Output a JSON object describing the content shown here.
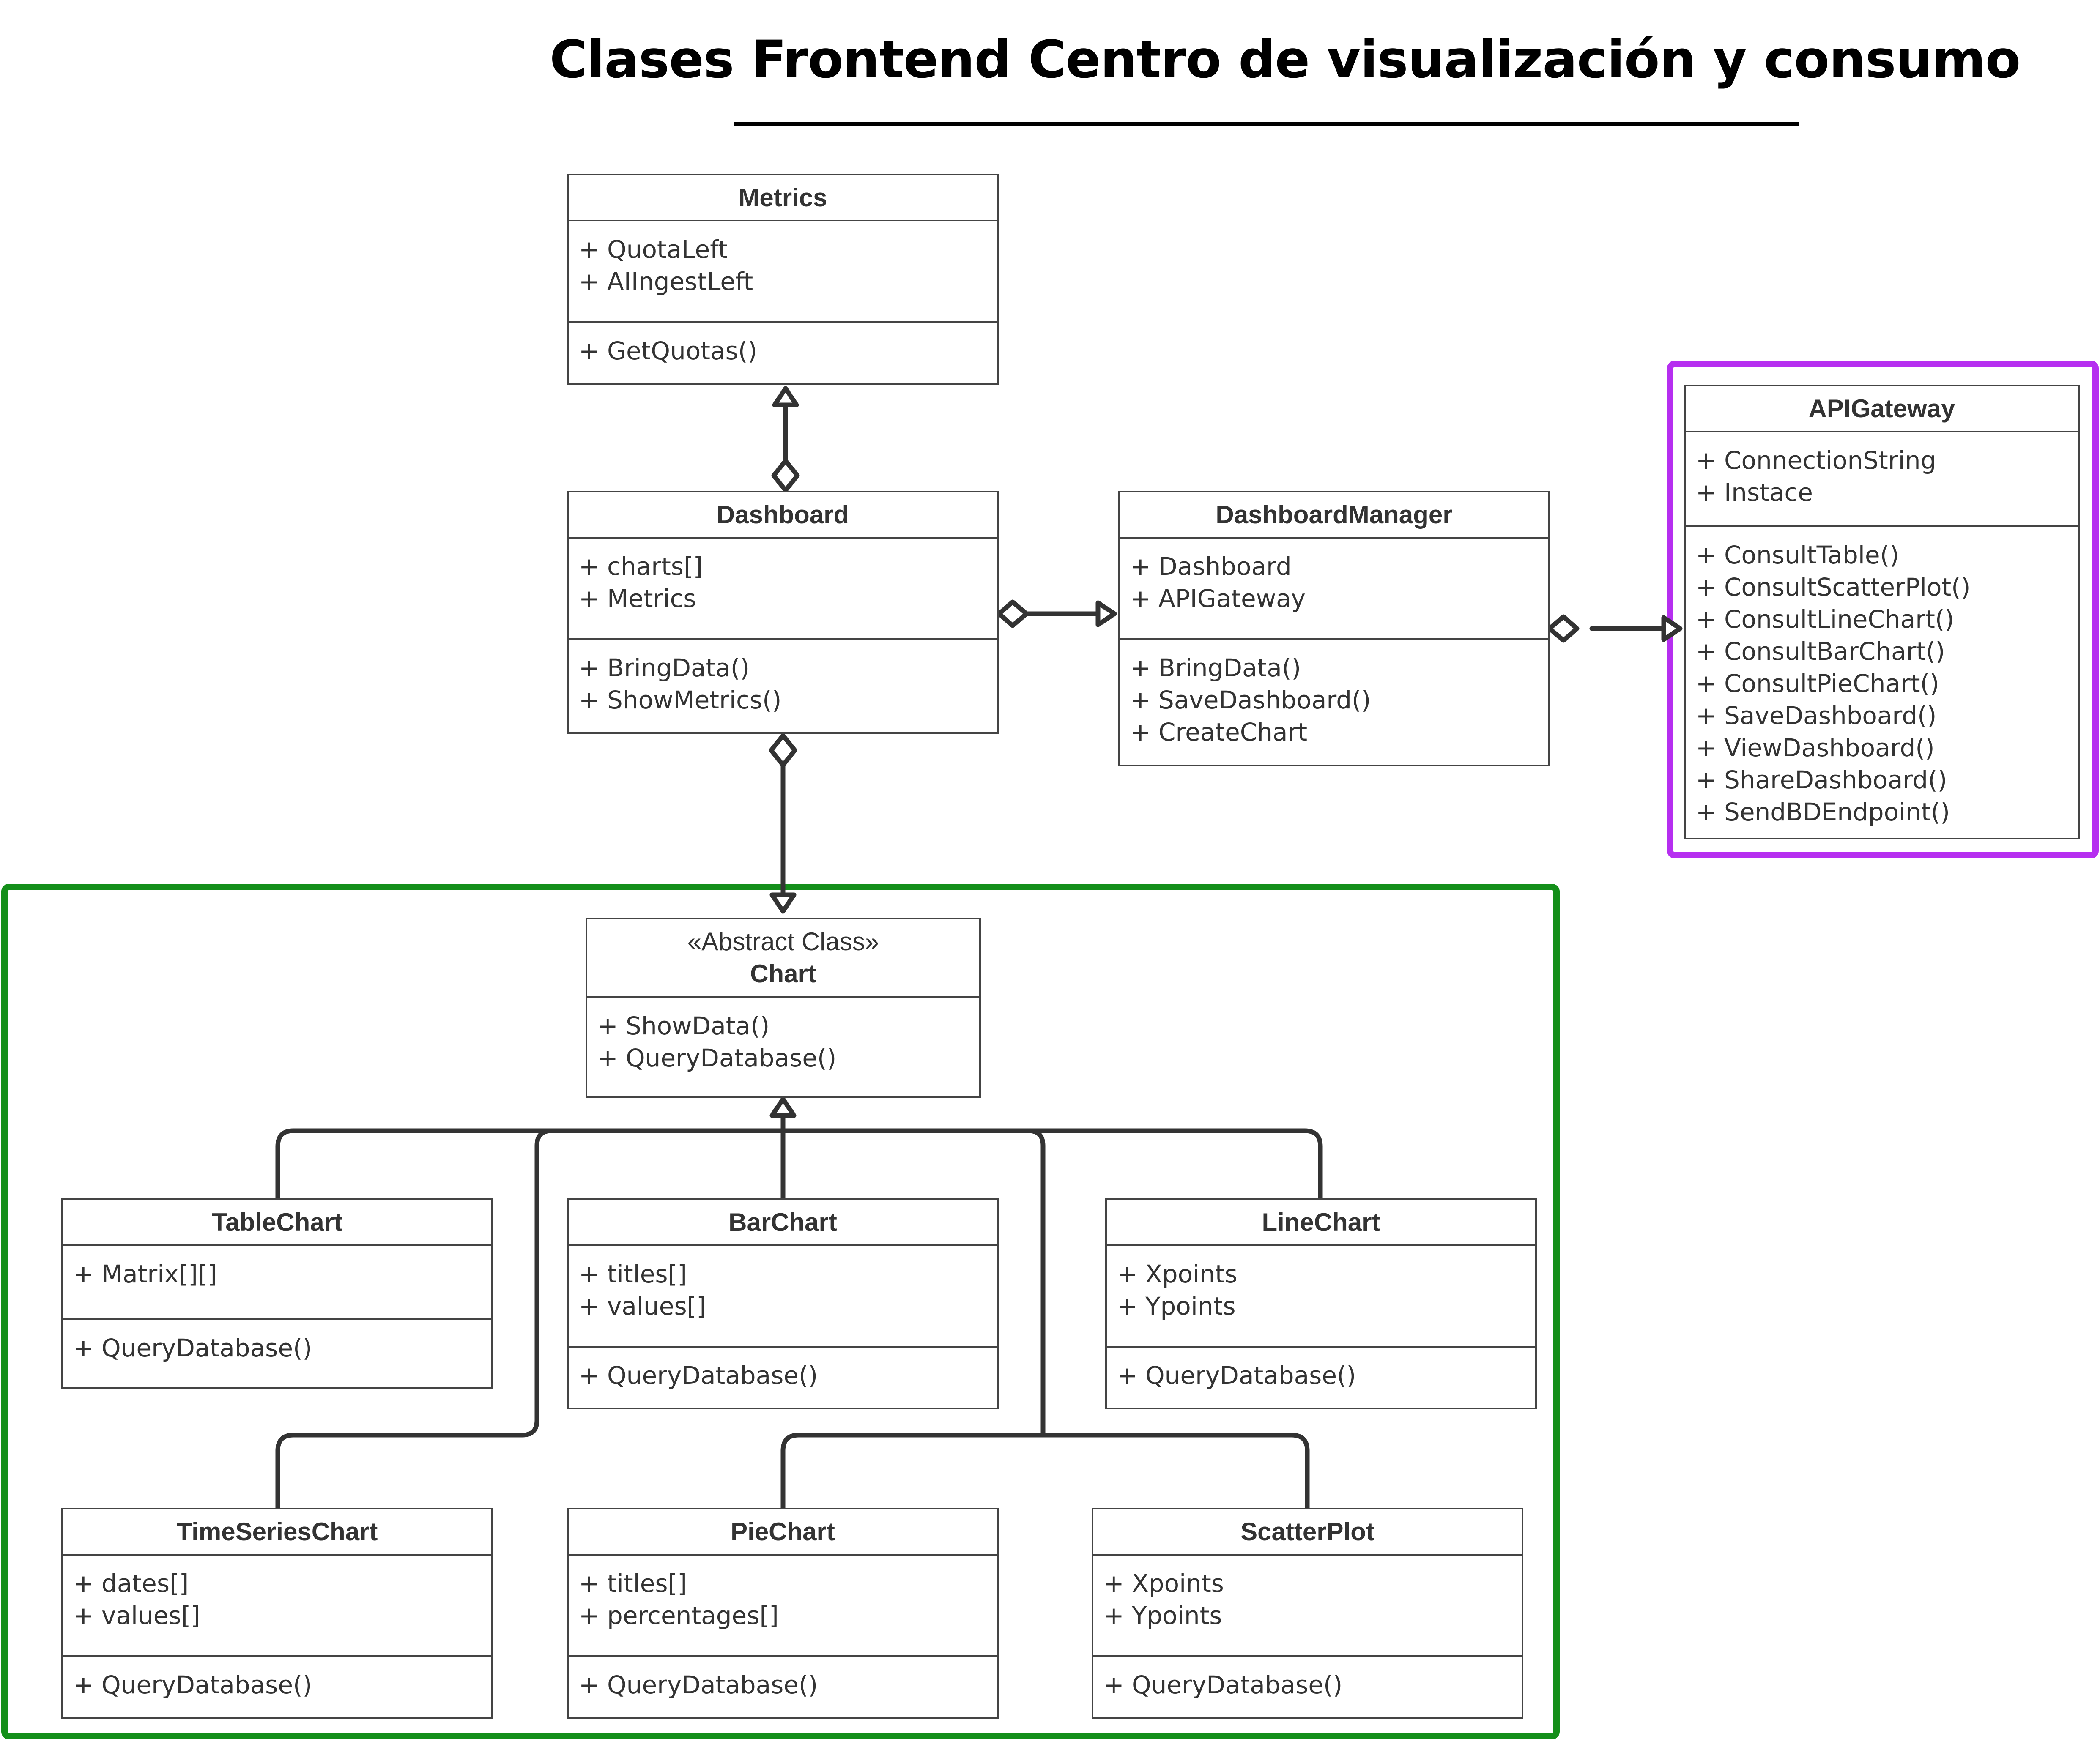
{
  "title": "Clases Frontend Centro de visualización y consumo",
  "colors": {
    "line": "#333333",
    "box_border": "#444444",
    "green_frame": "#148f1a",
    "purple_frame": "#b62ff0"
  },
  "classes": {
    "metrics": {
      "name": "Metrics",
      "attributes": [
        "+ QuotaLeft",
        "+ AIIngestLeft"
      ],
      "methods": [
        "+ GetQuotas()"
      ]
    },
    "dashboard": {
      "name": "Dashboard",
      "attributes": [
        "+ charts[]",
        "+ Metrics"
      ],
      "methods": [
        "+ BringData()",
        "+ ShowMetrics()"
      ]
    },
    "dashboard_manager": {
      "name": "DashboardManager",
      "attributes": [
        "+ Dashboard",
        "+ APIGateway"
      ],
      "methods": [
        "+ BringData()",
        "+ SaveDashboard()",
        "+ CreateChart"
      ]
    },
    "api_gateway": {
      "name": "APIGateway",
      "attributes": [
        "+ ConnectionString",
        "+ Instace"
      ],
      "methods": [
        "+ ConsultTable()",
        "+ ConsultScatterPlot()",
        "+ ConsultLineChart()",
        "+ ConsultBarChart()",
        "+ ConsultPieChart()",
        "+ SaveDashboard()",
        "+ ViewDashboard()",
        "+ ShareDashboard()",
        "+ SendBDEndpoint()"
      ]
    },
    "chart": {
      "stereotype": "«Abstract Class»",
      "name": "Chart",
      "methods": [
        "+ ShowData()",
        "+ QueryDatabase()"
      ]
    },
    "table_chart": {
      "name": "TableChart",
      "attributes": [
        "+ Matrix[][]"
      ],
      "methods": [
        "+ QueryDatabase()"
      ]
    },
    "bar_chart": {
      "name": "BarChart",
      "attributes": [
        "+ titles[]",
        "+ values[]"
      ],
      "methods": [
        "+ QueryDatabase()"
      ]
    },
    "line_chart": {
      "name": "LineChart",
      "attributes": [
        "+ Xpoints",
        "+ Ypoints"
      ],
      "methods": [
        "+ QueryDatabase()"
      ]
    },
    "time_series_chart": {
      "name": "TimeSeriesChart",
      "attributes": [
        "+ dates[]",
        "+ values[]"
      ],
      "methods": [
        "+ QueryDatabase()"
      ]
    },
    "pie_chart": {
      "name": "PieChart",
      "attributes": [
        "+ titles[]",
        "+ percentages[]"
      ],
      "methods": [
        "+ QueryDatabase()"
      ]
    },
    "scatter_plot": {
      "name": "ScatterPlot",
      "attributes": [
        "+ Xpoints",
        "+ Ypoints"
      ],
      "methods": [
        "+ QueryDatabase()"
      ]
    }
  }
}
